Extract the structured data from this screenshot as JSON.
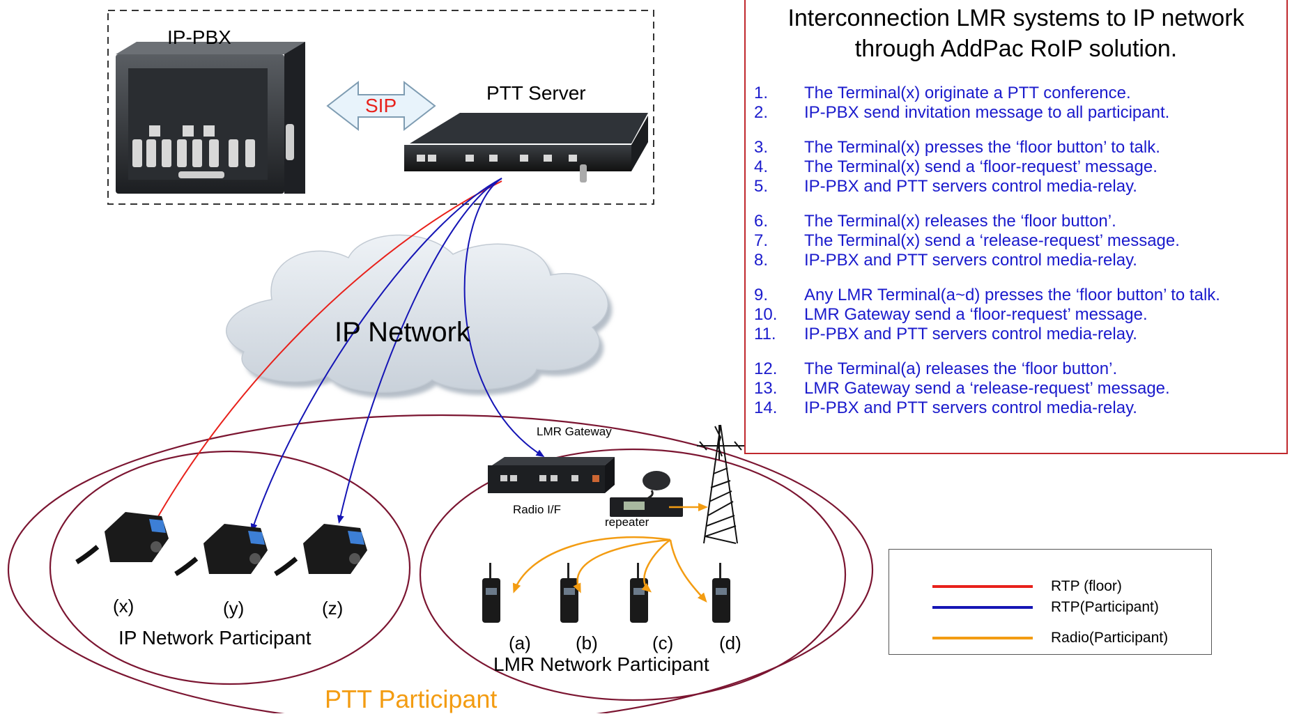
{
  "colors": {
    "rtp_floor": "#e8211b",
    "rtp_participant": "#1515b5",
    "radio_participant": "#f39c12",
    "group_border": "#7b1531",
    "info_border": "#c0282d",
    "step_text": "#1a1acc",
    "ptt_participant_label": "#f39c12",
    "sip_label": "#e8211b"
  },
  "labels": {
    "ip_pbx": "IP-PBX",
    "ptt_server": "PTT Server",
    "sip": "SIP",
    "ip_network": "IP Network",
    "lmr_gateway": "LMR Gateway",
    "radio_if": "Radio I/F",
    "repeater": "repeater",
    "ip_network_participant": "IP Network Participant",
    "lmr_network_participant": "LMR Network Participant",
    "ptt_participant": "PTT Participant",
    "phones": [
      "(x)",
      "(y)",
      "(z)"
    ],
    "radios": [
      "(a)",
      "(b)",
      "(c)",
      "(d)"
    ]
  },
  "info": {
    "title_line1": "Interconnection LMR systems to IP network",
    "title_line2": "through  AddPac RoIP solution.",
    "groups": [
      [
        {
          "num": "1.",
          "text": "The Terminal(x) originate a PTT conference."
        },
        {
          "num": "2.",
          "text": "IP-PBX send invitation message to all participant."
        }
      ],
      [
        {
          "num": "3.",
          "text": "The Terminal(x) presses the ‘floor button’ to talk."
        },
        {
          "num": "4.",
          "text": "The Terminal(x) send a ‘floor-request’ message."
        },
        {
          "num": "5.",
          "text": "IP-PBX and PTT servers control media-relay."
        }
      ],
      [
        {
          "num": "6.",
          "text": "The Terminal(x) releases the ‘floor button’."
        },
        {
          "num": "7.",
          "text": "The Terminal(x) send a ‘release-request’ message."
        },
        {
          "num": "8.",
          "text": "IP-PBX and PTT servers control media-relay."
        }
      ],
      [
        {
          "num": "9.",
          "text": "Any LMR Terminal(a~d) presses the ‘floor button’ to talk."
        },
        {
          "num": "10.",
          "text": "LMR Gateway send a ‘floor-request’ message."
        },
        {
          "num": "11.",
          "text": "IP-PBX and PTT servers control media-relay."
        }
      ],
      [
        {
          "num": "12.",
          "text": "The Terminal(a) releases the ‘floor button’."
        },
        {
          "num": "13.",
          "text": "LMR Gateway send a ‘release-request’ message."
        },
        {
          "num": "14.",
          "text": "IP-PBX and PTT servers control media-relay."
        }
      ]
    ]
  },
  "legend": [
    {
      "label": "RTP (floor)",
      "color": "#e8211b"
    },
    {
      "label": "RTP(Participant)",
      "color": "#1515b5"
    },
    {
      "label": "Radio(Participant)",
      "color": "#f39c12"
    }
  ]
}
